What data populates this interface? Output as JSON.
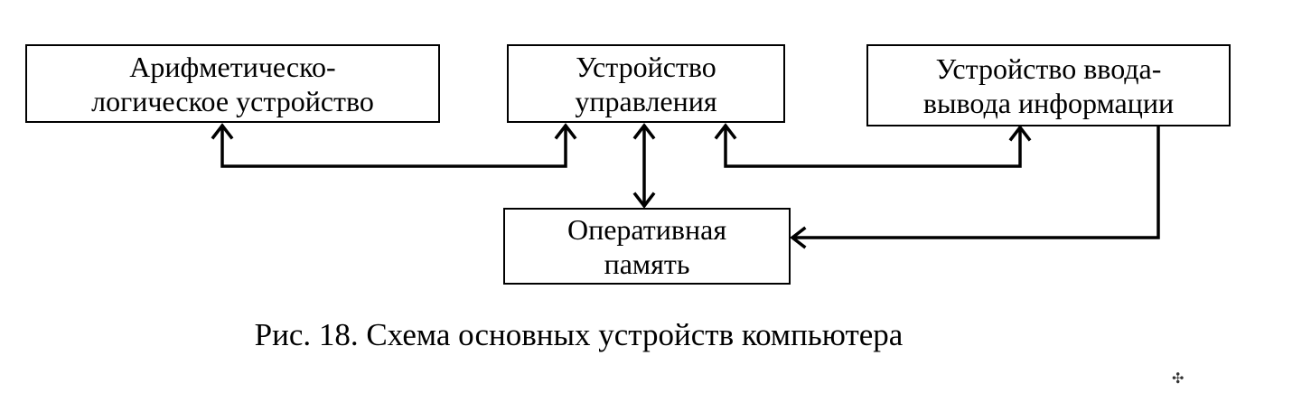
{
  "diagram": {
    "boxes": {
      "alu": {
        "line1": "Арифметическо-",
        "line2": "логическое устройство"
      },
      "control_unit": {
        "line1": "Устройство",
        "line2": "управления"
      },
      "io": {
        "line1": "Устройство ввода-",
        "line2": "вывода информации"
      },
      "ram": {
        "line1": "Оперативная",
        "line2": "память"
      }
    },
    "caption": "Рис. 18. Схема основных устройств компьютера"
  },
  "colors": {
    "stroke": "#000000",
    "background": "#ffffff"
  }
}
